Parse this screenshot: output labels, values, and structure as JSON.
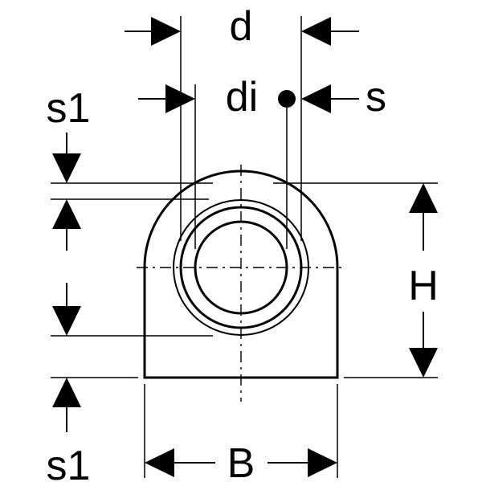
{
  "labels": {
    "d": "d",
    "di": "di",
    "s": "s",
    "s1_top": "s1",
    "s1_bottom": "s1",
    "H": "H",
    "B": "B"
  },
  "colors": {
    "line": "#000000",
    "background": "#ffffff"
  }
}
